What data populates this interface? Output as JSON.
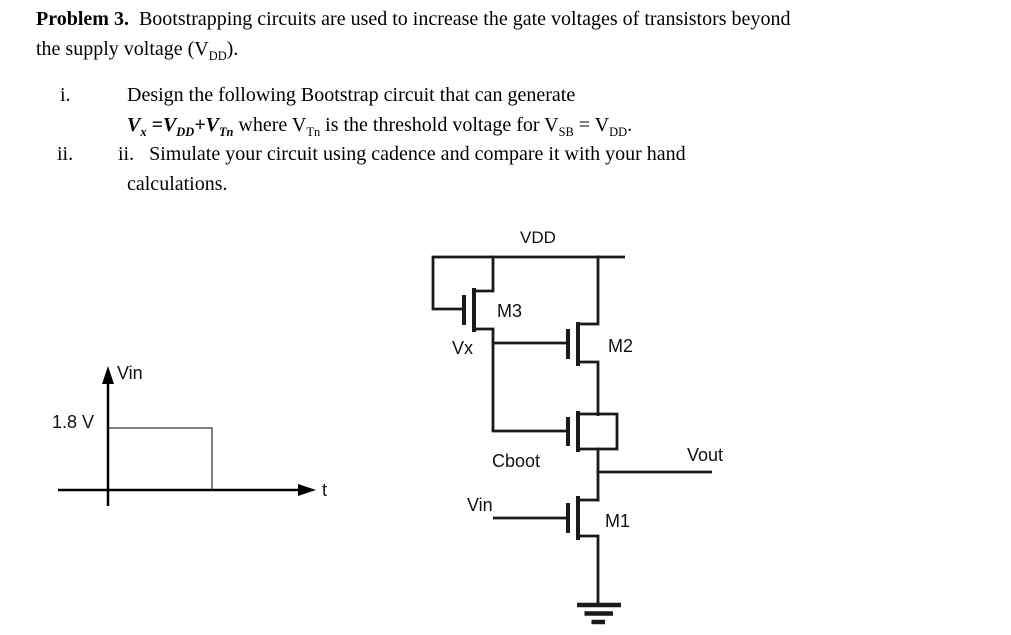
{
  "problem": {
    "intro_line1": [
      {
        "t": "Problem 3.",
        "b": true
      },
      {
        "t": "  Bootstrapping circuits are used to increase the gate voltages of transistors beyond"
      }
    ],
    "intro_line2": [
      {
        "t": "the supply voltage (V"
      },
      {
        "t": "DD",
        "sub": true
      },
      {
        "t": ")."
      }
    ],
    "items": [
      {
        "marker": "i.",
        "line1": [
          {
            "t": "Design the following Bootstrap circuit that can generate"
          }
        ],
        "line2": [
          {
            "t": "V",
            "b": true,
            "i": true
          },
          {
            "t": "x",
            "b": true,
            "i": true,
            "sub": true
          },
          {
            "t": " =",
            "b": true,
            "i": true
          },
          {
            "t": "V",
            "b": true,
            "i": true
          },
          {
            "t": "DD",
            "b": true,
            "i": true,
            "sub": true
          },
          {
            "t": "+",
            "b": true,
            "i": true
          },
          {
            "t": "V",
            "b": true,
            "i": true
          },
          {
            "t": "Tn",
            "b": true,
            "i": true,
            "sub": true
          },
          {
            "t": " where V"
          },
          {
            "t": "Tn",
            "sub": true
          },
          {
            "t": " is the threshold voltage for V"
          },
          {
            "t": "SB",
            "sub": true
          },
          {
            "t": " = V"
          },
          {
            "t": "DD",
            "sub": true
          },
          {
            "t": "."
          }
        ]
      },
      {
        "marker": "ii.",
        "line1": [
          {
            "t": "ii.   Simulate your circuit using cadence and compare it with your hand"
          }
        ],
        "line2": [
          {
            "t": "calculations."
          }
        ]
      }
    ]
  },
  "waveform": {
    "type": "pulse",
    "y_axis_label": "Vin",
    "x_axis_label": "t",
    "level_label": "1.8 V",
    "amplitude_volts": 1.8,
    "axis_color": "#000000",
    "pulse_color": "#808080"
  },
  "circuit": {
    "stroke_color": "#1a1a1a",
    "labels": {
      "vdd": "VDD",
      "m3": "M3",
      "vx": "Vx",
      "m2": "M2",
      "cboot": "Cboot",
      "vout": "Vout",
      "vin": "Vin",
      "m1": "M1"
    }
  }
}
